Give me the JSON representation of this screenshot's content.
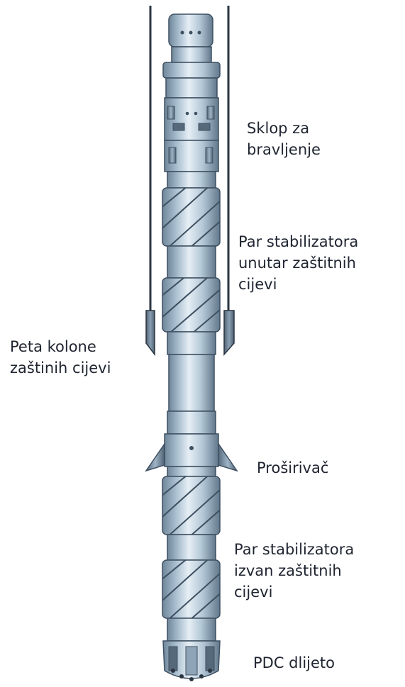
{
  "labels": {
    "locking_assembly": [
      "Sklop za",
      "bravljenje"
    ],
    "stabilizers_inside": [
      "Par stabilizatora",
      "unutar zaštitnih",
      "cijevi"
    ],
    "casing_shoe": [
      "Peta kolone",
      "zaštinih cijevi"
    ],
    "reamer": [
      "Proširivač"
    ],
    "stabilizers_outside": [
      "Par stabilizatora",
      "izvan zaštitnih",
      "cijevi"
    ],
    "pdc_bit": [
      "PDC dlijeto"
    ]
  },
  "colors": {
    "tool_light": "#d6e3ee",
    "tool_mid": "#a6bccd",
    "tool_dark": "#6f8699",
    "outline": "#3e5061",
    "casing_line": "#2a3441",
    "casing_shoe": "#6b7f91",
    "label_text": "#1e2430"
  }
}
